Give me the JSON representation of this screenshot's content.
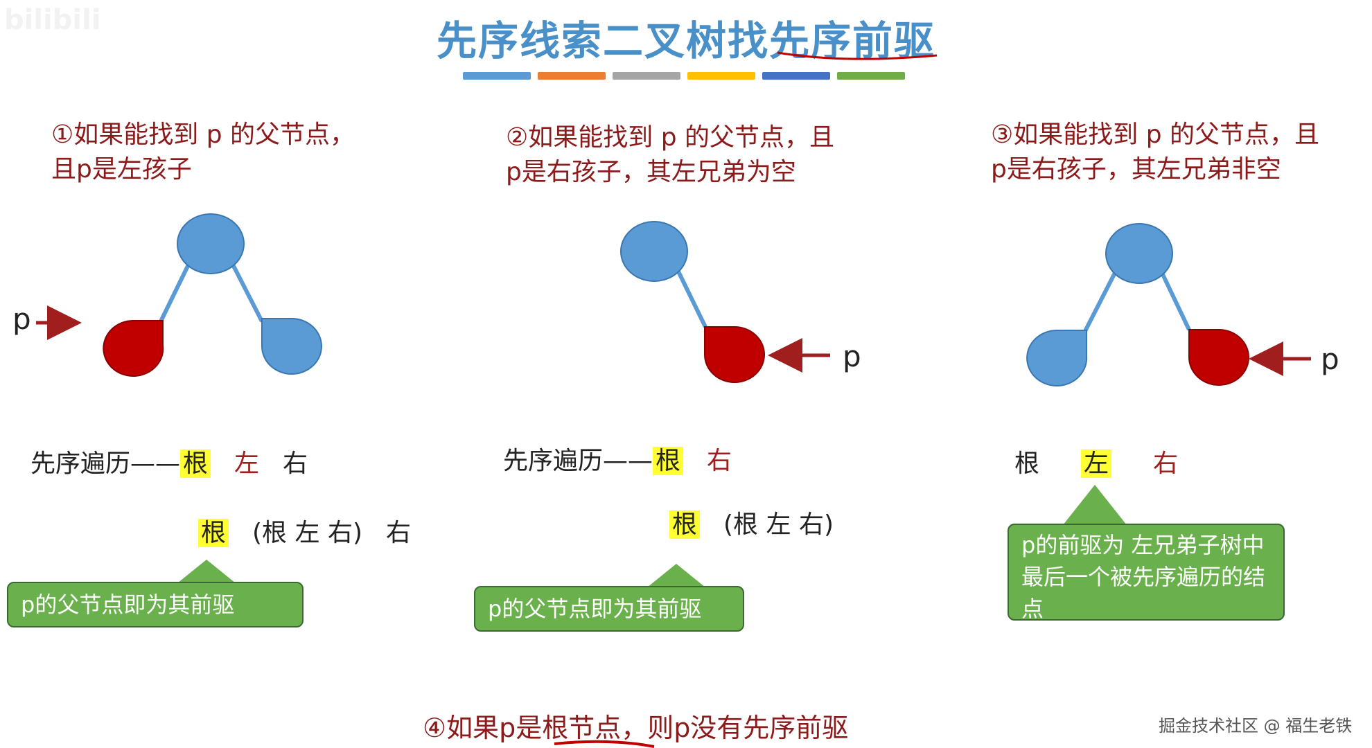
{
  "header": {
    "title": "先序线索二叉树找先序前驱",
    "corner_logo": "bilibili",
    "color_bars": [
      "#5b9bd5",
      "#ed7d31",
      "#a5a5a5",
      "#ffc000",
      "#4472c4",
      "#70ad47"
    ]
  },
  "colors": {
    "node_blue": "#5b9bd5",
    "node_red": "#c00000",
    "edge": "#5b9bd5",
    "arrow": "#a01e1e",
    "callout_green": "#6ab04c",
    "highlight": "#ffff33"
  },
  "cases": [
    {
      "line1": "①如果能找到 p 的父节点，",
      "line2": "且p是左孩子",
      "pointer_label": "p",
      "seq1": {
        "prefix": "先序遍历——",
        "root": "根",
        "left": "左",
        "right": "右"
      },
      "seq2": {
        "root": "根",
        "group": "(根 左 右)",
        "right": "右"
      },
      "callout": "p的父节点即为其前驱"
    },
    {
      "line1": "②如果能找到 p 的父节点，且",
      "line2": "p是右孩子，其左兄弟为空",
      "pointer_label": "p",
      "seq1": {
        "prefix": "先序遍历——",
        "root": "根",
        "right": "右"
      },
      "seq2": {
        "root": "根",
        "group": "(根 左 右)"
      },
      "callout": "p的父节点即为其前驱"
    },
    {
      "line1": "③如果能找到 p 的父节点，且",
      "line2": "p是右孩子，其左兄弟非空",
      "pointer_label": "p",
      "seq1": {
        "root": "根",
        "left": "左",
        "right": "右"
      },
      "callout": "p的前驱为 左兄弟子树中最后一个被先序遍历的结点"
    }
  ],
  "bottom_note": "④如果p是根节点，则p没有先序前驱",
  "watermark": "掘金技术社区 @ 福生老铁"
}
